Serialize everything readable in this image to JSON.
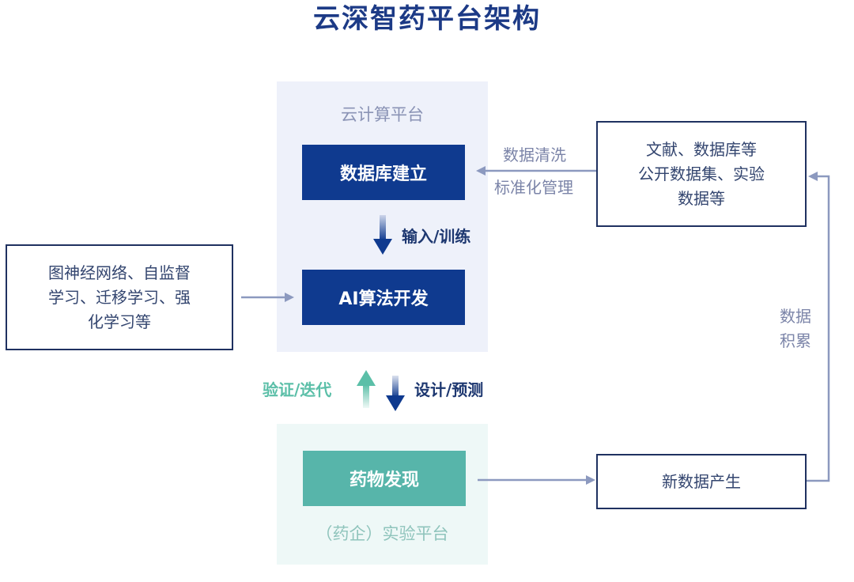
{
  "title": "云深智药平台架构",
  "cloud_platform": {
    "label": "云计算平台",
    "database_box": "数据库建立",
    "ai_box": "AI算法开发",
    "input_train_label": "输入/训练"
  },
  "lab_platform": {
    "label": "（药企）实验平台",
    "drug_discovery_box": "药物发现"
  },
  "left_box": {
    "lines": [
      "图神经网络、自监督",
      "学习、迁移学习、强",
      "化学习等"
    ]
  },
  "top_right_box": {
    "lines": [
      "文献、数据库等",
      "公开数据集、实验",
      "数据等"
    ]
  },
  "cleaning_labels": [
    "数据清洗",
    "标准化管理"
  ],
  "new_data_box": "新数据产生",
  "accumulation_labels": [
    "数据",
    "积累"
  ],
  "verify_label": "验证/迭代",
  "design_label": "设计/预测",
  "colors": {
    "title": "#1c3a86",
    "dark_box": "#0f3a8f",
    "teal_box": "#57b5aa",
    "cloud_panel": "#eef1fa",
    "lab_panel": "#eef8f7",
    "connector": "#8c99bf",
    "teal_arrow": "#5bbfa8"
  }
}
